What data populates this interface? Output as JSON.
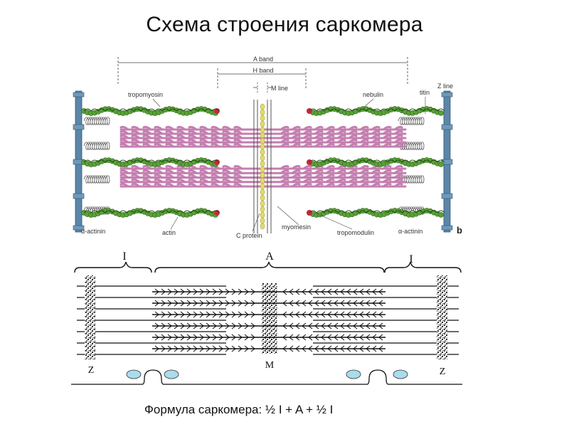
{
  "title": "Схема строения саркомера",
  "top_diagram": {
    "labels": {
      "a_band": "A band",
      "h_band": "H band",
      "m_line": "M line",
      "z_line": "Z line",
      "tropomyosin": "tropomyosin",
      "nebulin": "nebulin",
      "titin": "titin",
      "alpha_actinin_left": "α-actinin",
      "actin": "actin",
      "c_protein": "C protein",
      "myomesin": "myomesin",
      "tropomodulin": "tropomodulin",
      "alpha_actinin_right": "α-actinin",
      "panel": "b"
    },
    "colors": {
      "z_disc": "#5b86a8",
      "myosin": "#c47fb0",
      "actin_filament": "#5aa136",
      "actin_dark": "#2f6a1e",
      "cap": "#c8283a",
      "m_line": "#e3dc6a"
    }
  },
  "bottom_diagram": {
    "labels": {
      "i_left": "I",
      "a_band": "A",
      "i_right": "I",
      "z_left": "Z",
      "m": "M",
      "z_right": "Z"
    }
  },
  "formula": "Формула саркомера: ½ I + A + ½ I"
}
